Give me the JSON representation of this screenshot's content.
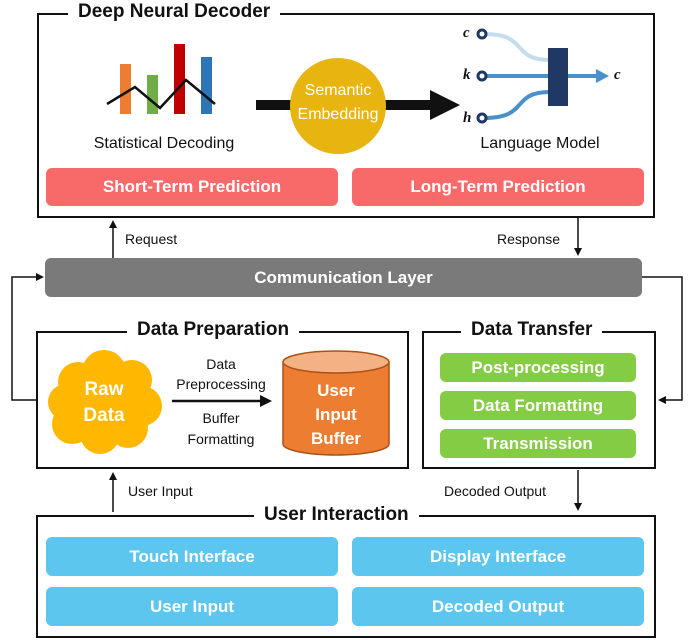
{
  "decoder": {
    "title": "Deep Neural Decoder",
    "statistical_label": "Statistical Decoding",
    "semantic_line1": "Semantic",
    "semantic_line2": "Embedding",
    "language_label": "Language Model",
    "lm_input_top": "c",
    "lm_input_mid": "k",
    "lm_input_bottom": "h",
    "lm_output": "c",
    "short_term": "Short-Term Prediction",
    "long_term": "Long-Term Prediction"
  },
  "links": {
    "request": "Request",
    "response": "Response",
    "user_input": "User Input",
    "decoded_output": "Decoded Output"
  },
  "comm": {
    "label": "Communication Layer"
  },
  "prep": {
    "title": "Data Preparation",
    "raw_line1": "Raw",
    "raw_line2": "Data",
    "data_label": "Data",
    "preprocessing_label": "Preprocessing",
    "buffer_label": "Buffer",
    "formatting_label": "Formatting",
    "cyl_line1": "User",
    "cyl_line2": "Input",
    "cyl_line3": "Buffer"
  },
  "transfer": {
    "title": "Data Transfer",
    "items": [
      "Post-processing",
      "Data Formatting",
      "Transmission"
    ]
  },
  "interaction": {
    "title": "User Interaction",
    "items": [
      "Touch Interface",
      "Display Interface",
      "User Input",
      "Decoded Output"
    ]
  },
  "colors": {
    "red": "#f86a6a",
    "green": "#84cc44",
    "blue": "#5dc6ef",
    "grey": "#7a7a7a",
    "gold": "#e8b410",
    "orange": "#ed7d31",
    "navy": "#1f3864"
  }
}
